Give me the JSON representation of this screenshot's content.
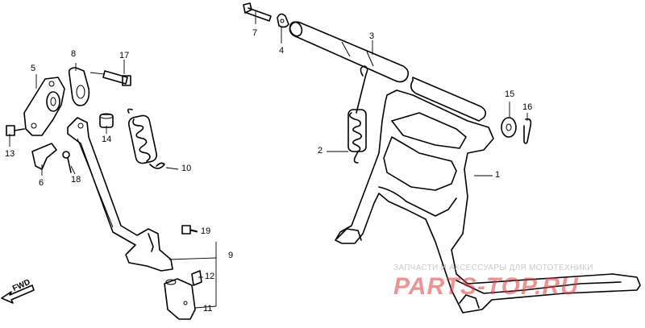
{
  "callouts": [
    {
      "id": "1",
      "text": "1"
    },
    {
      "id": "2",
      "text": "2"
    },
    {
      "id": "3",
      "text": "3"
    },
    {
      "id": "4",
      "text": "4"
    },
    {
      "id": "5",
      "text": "5"
    },
    {
      "id": "6",
      "text": "6"
    },
    {
      "id": "7",
      "text": "7"
    },
    {
      "id": "8",
      "text": "8"
    },
    {
      "id": "9",
      "text": "9"
    },
    {
      "id": "10",
      "text": "10"
    },
    {
      "id": "11",
      "text": "11"
    },
    {
      "id": "12",
      "text": "12"
    },
    {
      "id": "13",
      "text": "13"
    },
    {
      "id": "14",
      "text": "14"
    },
    {
      "id": "15",
      "text": "15"
    },
    {
      "id": "16",
      "text": "16"
    },
    {
      "id": "17",
      "text": "17"
    },
    {
      "id": "18",
      "text": "18"
    },
    {
      "id": "19",
      "text": "19"
    }
  ],
  "direction_label": "FWD",
  "watermark": {
    "tagline": "ЗАПЧАСТИ И АКСЕССУАРЫ ДЛЯ МОТОТЕХНИКИ",
    "brand": "PARTS-TOP.RU",
    "brand_color": "#dc3c3c"
  }
}
